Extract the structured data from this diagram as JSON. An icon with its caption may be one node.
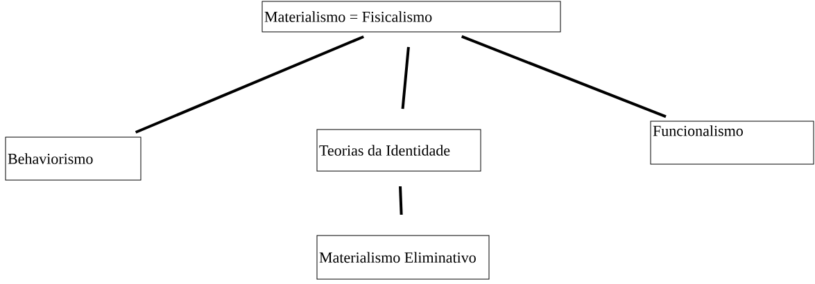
{
  "diagram": {
    "nodes": [
      {
        "text": [
          "Materialismo = Fisicalismo"
        ]
      },
      {
        "text": [
          "Behaviorismo"
        ]
      },
      {
        "text": [
          "Teorias da Identidade"
        ]
      },
      {
        "text": [
          "Funcionalismo"
        ]
      },
      {
        "text": [
          "Materialismo Eliminativo"
        ]
      }
    ],
    "edges": [
      {
        "from": 0,
        "to": 1,
        "arrow": "none"
      },
      {
        "from": 0,
        "to": 2,
        "arrow": "none"
      },
      {
        "from": 0,
        "to": 3,
        "arrow": "none"
      },
      {
        "from": 2,
        "to": 4,
        "arrow": "none"
      }
    ]
  }
}
